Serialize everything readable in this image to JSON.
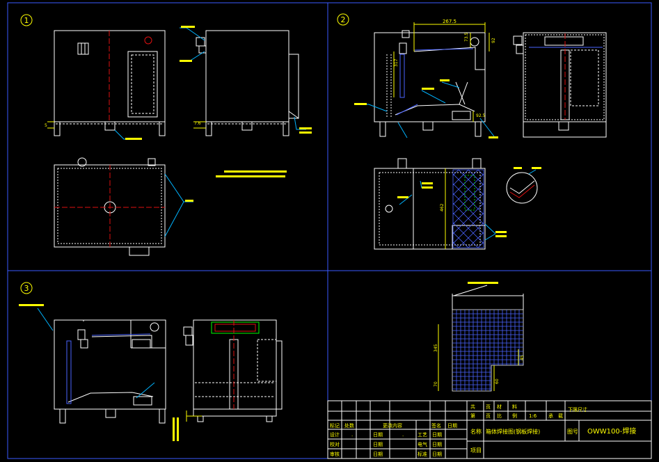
{
  "panels": {
    "p1": "1",
    "p2": "2",
    "p3": "3"
  },
  "dimensions": {
    "d_267": "267.5",
    "d_73": "73.5",
    "d_92": "92",
    "d_317": "317",
    "d_92b": "92.5",
    "d_5": "5",
    "d_76": "7.6",
    "d_462": "462",
    "d_345": "345",
    "d_70": "70",
    "d_60": "60",
    "d_45": "45"
  },
  "colors": {
    "outline": "#ffffff",
    "centerline": "#e01010",
    "leader": "#00b4ff",
    "note": "#ffff00",
    "dim": "#ffff00",
    "hatch": "#4a64ff",
    "frame": "#3a5aff"
  },
  "title_block": {
    "row1": {
      "c1": "共",
      "c2": "页",
      "c3": "材",
      "c4": "料",
      "c5": "",
      "c6": "下限尺寸"
    },
    "row2": {
      "c1": "第",
      "c2": "页",
      "c3": "比",
      "c4": "例",
      "c5": "1:6",
      "c6": "承",
      "c7": "载",
      "c8": ""
    },
    "header": {
      "c1": "标记",
      "c2": "处数",
      "c3": "更改内容",
      "c4": "签名",
      "c5": "日期"
    },
    "rows": [
      {
        "a": "设计",
        "b": ".",
        "c": "日期",
        "d": ".",
        "e": "工艺",
        "f": "日期"
      },
      {
        "a": "校对",
        "b": "",
        "c": "日期",
        "d": "",
        "e": "电气",
        "f": "日期"
      },
      {
        "a": "审核",
        "b": "",
        "c": "日期",
        "d": "",
        "e": "标准",
        "f": "日期"
      }
    ],
    "name_label": "名称",
    "name_value": "箱体焊接图(钢板焊接)",
    "drawing_no_label": "图号",
    "drawing_no_value": "OWW100-焊接",
    "project_label": "项目"
  }
}
